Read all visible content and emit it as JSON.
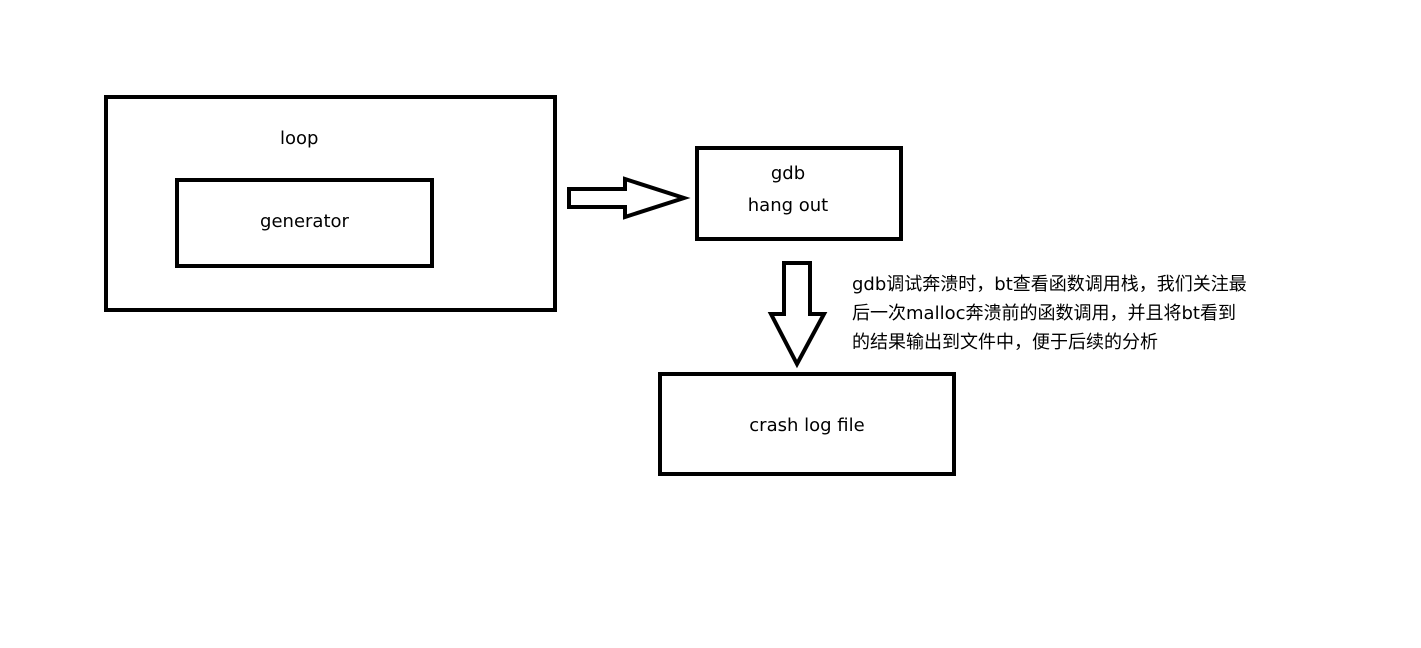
{
  "nodes": {
    "loop": {
      "label": "loop"
    },
    "generator": {
      "label": "generator"
    },
    "gdb": {
      "line1": "gdb",
      "line2": "hang out"
    },
    "crash_log": {
      "label": "crash log file"
    }
  },
  "annotation": {
    "lines": [
      "gdb调试奔溃时，bt查看函数调用栈，我们关注最",
      "后一次malloc奔溃前的函数调用，并且将bt看到",
      "的结果输出到文件中，便于后续的分析"
    ]
  },
  "edges": [
    {
      "from": "loop",
      "to": "gdb"
    },
    {
      "from": "gdb",
      "to": "crash_log"
    }
  ],
  "colors": {
    "stroke": "#000000",
    "background": "#ffffff"
  }
}
